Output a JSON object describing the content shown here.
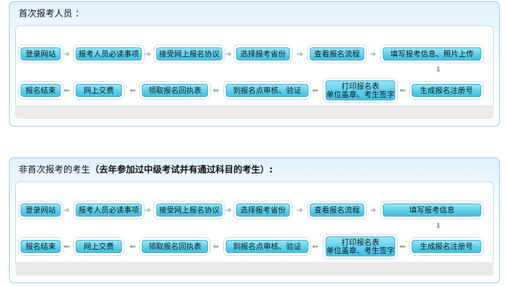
{
  "sections": [
    {
      "heading": "首次报考人员 ：",
      "heading_extra": "",
      "row1": [
        "登录网站",
        "报考人员必读事项",
        "接受网上报名协议",
        "选择报考省份",
        "查看报名流程",
        "填写报考信息、照片上传"
      ],
      "row2": [
        "生成报名注册号",
        "打印报名表",
        "单位盖章、考生签字",
        "到报名点审核、验证",
        "领取报名回执表",
        "网上交费",
        "报名结束"
      ]
    },
    {
      "heading": "非首次报考的考生",
      "heading_extra": "（去年参加过中级考试并有通过科目的考生）:",
      "row1": [
        "登录网站",
        "报考人员必读事项",
        "接受网上报名协议",
        "选择报考省份",
        "查看报名流程",
        "填写报考信息"
      ],
      "row2": [
        "生成报名注册号",
        "打印报名表",
        "单位盖章、考生签字",
        "到报名点审核、验证",
        "领取报名回执表",
        "网上交费",
        "报名结束"
      ]
    }
  ],
  "icons": {
    "right": "arrow-right-icon",
    "left": "arrow-left-icon",
    "down": "arrow-down-icon"
  },
  "colors": {
    "step_fill": "#5ccfea",
    "panel_border": "#8fcbe8"
  }
}
